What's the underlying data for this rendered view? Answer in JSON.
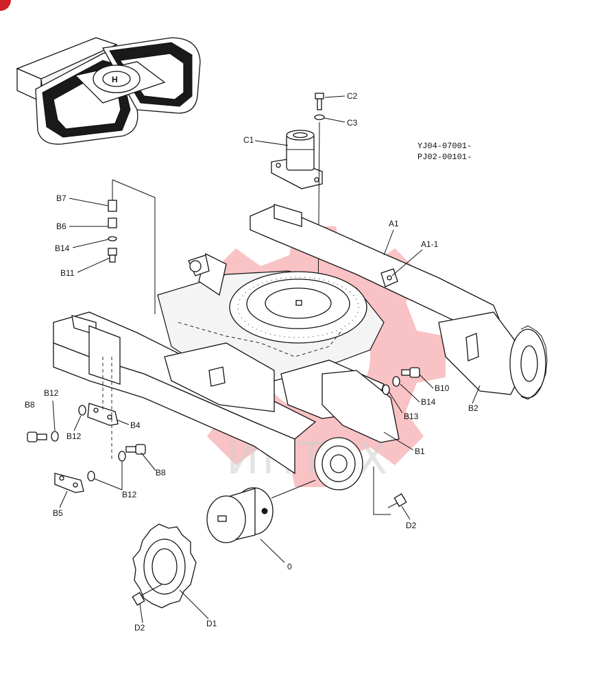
{
  "serial_numbers": [
    "YJ04-07001-",
    "PJ02-00101-"
  ],
  "watermark": "ИНТЕХ",
  "colors": {
    "watermark_gear": "#e8242c",
    "corner_badge": "#d0202a"
  },
  "labels": {
    "c2": "C2",
    "c3": "C3",
    "c1": "C1",
    "b7": "B7",
    "b6": "B6",
    "b14_top": "B14",
    "b11": "B11",
    "a1": "A1",
    "a1_1": "A1-1",
    "b10": "B10",
    "b14_right": "B14",
    "b13": "B13",
    "b2": "B2",
    "b1": "B1",
    "b12_left": "B12",
    "b8_left": "B8",
    "b12_mid": "B12",
    "b4": "B4",
    "b8_mid": "B8",
    "b12_bottom": "B12",
    "b5": "B5",
    "d2_right": "D2",
    "motor": "0",
    "d1": "D1",
    "d2_bottom": "D2"
  }
}
